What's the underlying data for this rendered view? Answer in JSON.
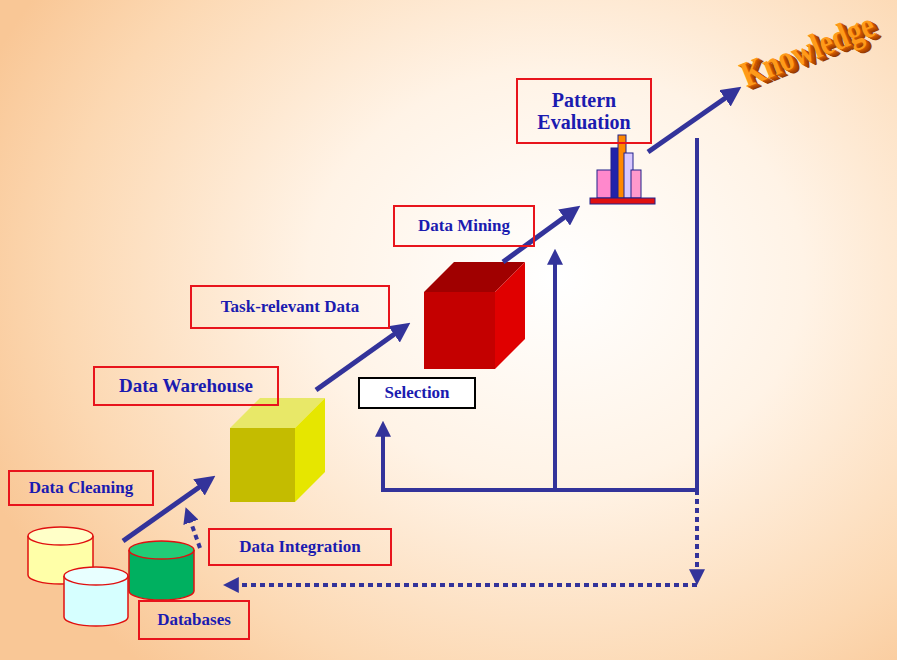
{
  "diagram": {
    "nodes": [
      {
        "text": [
          "Pattern Evaluation"
        ]
      },
      {
        "text": [
          "Data Mining"
        ]
      },
      {
        "text": [
          "Task-relevant Data"
        ]
      },
      {
        "text": [
          "Selection"
        ]
      },
      {
        "text": [
          "Data Warehouse"
        ]
      },
      {
        "text": [
          "Data Cleaning"
        ]
      },
      {
        "text": [
          "Data Integration"
        ]
      },
      {
        "text": [
          "Databases"
        ]
      }
    ],
    "labels": [
      "Knowledge"
    ]
  }
}
